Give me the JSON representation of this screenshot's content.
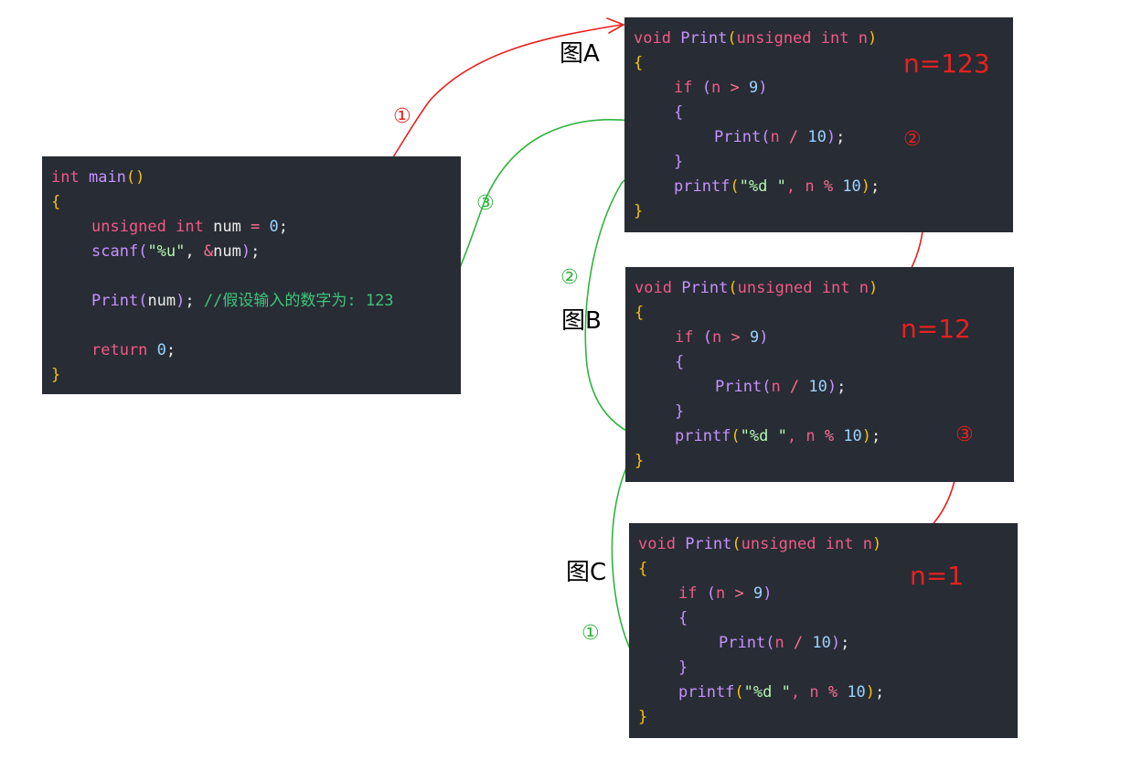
{
  "main_code": {
    "l1": [
      "int",
      " ",
      "main",
      "()"
    ],
    "l2": "{",
    "l3": [
      "unsigned",
      " ",
      "int",
      " num ",
      "=",
      " ",
      "0",
      ";"
    ],
    "l4": [
      "scanf",
      "(",
      "\"%u\"",
      ", ",
      "&",
      "num",
      ")",
      ";"
    ],
    "l6": [
      "Print",
      "(",
      "num",
      ")",
      "; ",
      "//假设输入的数字为: 123"
    ],
    "l8": [
      "return",
      " ",
      "0",
      ";"
    ],
    "l9": "}"
  },
  "func_code": {
    "sig": [
      "void",
      " ",
      "Print",
      "(",
      "unsigned",
      " ",
      "int",
      " n",
      ")"
    ],
    "open": "{",
    "if": [
      "if",
      " ",
      "(",
      "n",
      " > ",
      "9",
      ")"
    ],
    "inner_open": "{",
    "call": [
      "Print",
      "(",
      "n",
      " / ",
      "10",
      ")",
      ";"
    ],
    "inner_close": "}",
    "printf": [
      "printf",
      "(",
      "\"%d \"",
      ", n ",
      "%",
      " ",
      "10",
      ")",
      ";"
    ],
    "close": "}"
  },
  "figures": {
    "a": {
      "label": "图A",
      "n": "n=123"
    },
    "b": {
      "label": "图B",
      "n": "n=12"
    },
    "c": {
      "label": "图C",
      "n": "n=1"
    }
  },
  "steps": {
    "red_1": "①",
    "red_2": "②",
    "red_3": "③",
    "green_1": "①",
    "green_2": "②",
    "green_3": "③"
  },
  "colors": {
    "panel_bg": "#282c34",
    "red_arrow": "#e8211f",
    "green_arrow": "#2fb43f"
  }
}
